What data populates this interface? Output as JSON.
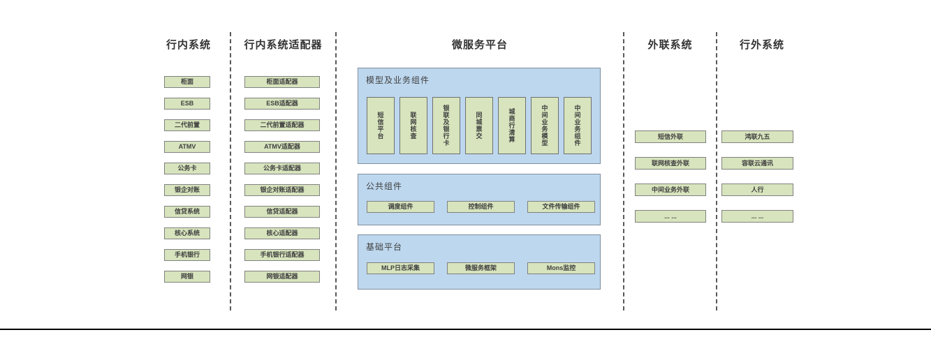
{
  "columns": [
    {
      "title": "行内系统",
      "items": [
        "柜面",
        "ESB",
        "二代前置",
        "ATMV",
        "公务卡",
        "银企对账",
        "信贷系统",
        "核心系统",
        "手机银行",
        "网银"
      ]
    },
    {
      "title": "行内系统适配器",
      "items": [
        "柜面适配器",
        "ESB适配器",
        "二代前置适配器",
        "ATMV适配器",
        "公务卡适配器",
        "银企对账适配器",
        "信贷适配器",
        "核心适配器",
        "手机银行适配器",
        "网银适配器"
      ]
    },
    {
      "title": "微服务平台",
      "groups": [
        {
          "label": "模型及业务组件",
          "items": [
            "短信平台",
            "联网核查",
            "银联及银行卡",
            "同城票交",
            "城商行清算",
            "中间业务模型",
            "中间业务组件"
          ]
        },
        {
          "label": "公共组件",
          "items": [
            "调度组件",
            "控制组件",
            "文件传输组件"
          ]
        },
        {
          "label": "基础平台",
          "items": [
            "MLP日志采集",
            "微服务框架",
            "Mons监控"
          ]
        }
      ]
    },
    {
      "title": "外联系统",
      "items": [
        "短信外联",
        "联网核查外联",
        "中间业务外联",
        "... ..."
      ]
    },
    {
      "title": "行外系统",
      "items": [
        "鸿联九五",
        "容联云通讯",
        "人行",
        "... ..."
      ]
    }
  ],
  "colors": {
    "box_fill": "#d7e4bd",
    "box_border": "#808080",
    "panel_fill": "#bdd7ee",
    "panel_border": "#7f8ea0",
    "divider": "#595959",
    "text": "#3f3f3f",
    "bottom_rule": "#000000"
  }
}
